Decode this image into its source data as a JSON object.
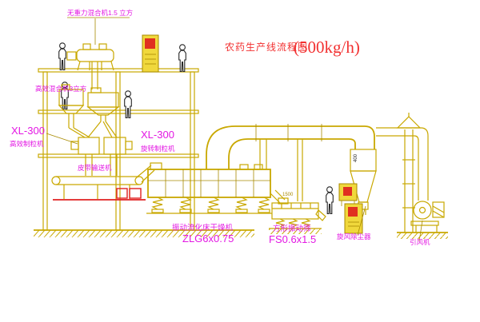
{
  "title": {
    "text": "农药生产线流程图",
    "capacity": "(500kg/h)"
  },
  "labels": {
    "gravity_mixer": "无重力混合机1.5 立方",
    "floor2_mixer": "高效混合机3立方",
    "granulator_left_model": "XL-300",
    "granulator_left_name": "高效制粒机",
    "granulator_right_model": "XL-300",
    "granulator_right_name": "旋转制粒机",
    "belt_conveyor": "皮带输送机",
    "dryer_name": "振动流化床干燥机",
    "dryer_model": "ZLG6x0.75",
    "sieve_name": "方形振动筛",
    "sieve_model": "FS0.6x1.5",
    "cyclone": "旋风除尘器",
    "fan": "引风机"
  },
  "dimensions": {
    "cyclone_inlet": "400",
    "sieve_feed": "1500"
  },
  "colors": {
    "background": "#ffffff",
    "line": "#c9a800",
    "line_dark": "#a88a00",
    "label": "#e318e3",
    "title": "#f23030",
    "red": "#e02020",
    "black": "#262626",
    "cabinet_fill": "#f0d83c",
    "cabinet_display": "#e03020"
  }
}
